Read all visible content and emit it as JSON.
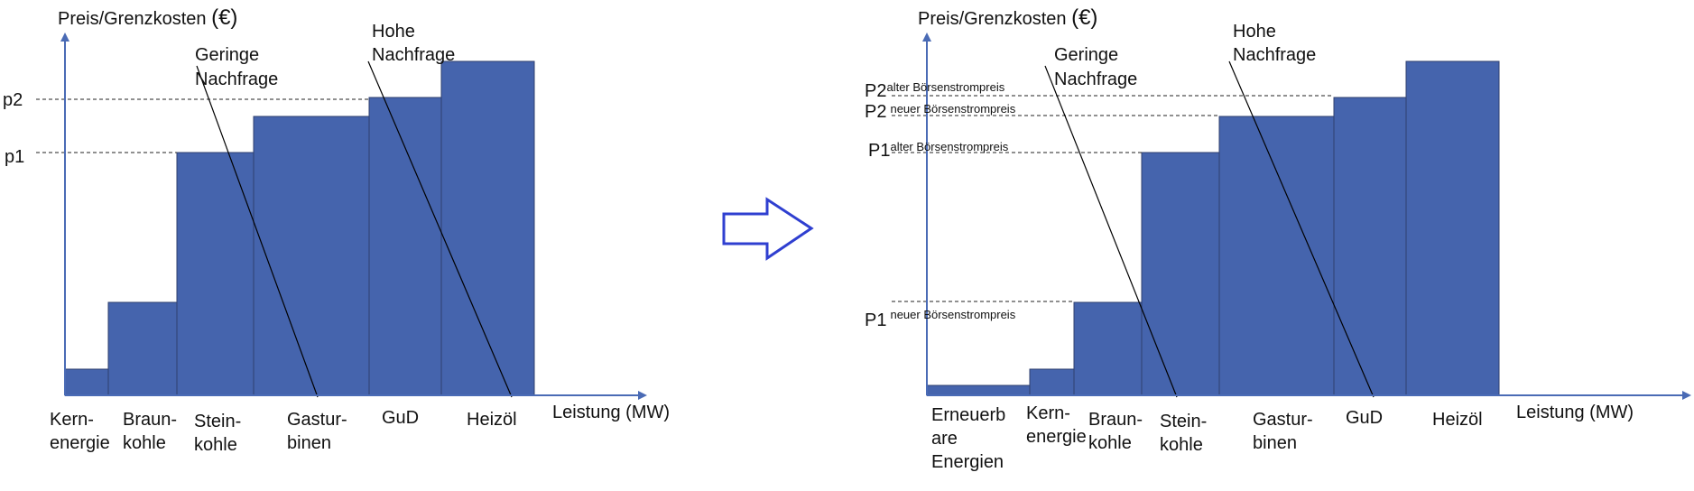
{
  "colors": {
    "bar_fill": "#4564ad",
    "bar_stroke": "#2f3f6e",
    "axis": "#4a6bb5",
    "arrow": "#2f3fd0",
    "text": "#111111"
  },
  "left": {
    "ylabel": "Preis/Grenzkosten",
    "ylabel_unit": "(€)",
    "xlabel": "Leistung (MW)",
    "price_labels": [
      "p2",
      "p1"
    ],
    "demand_low": [
      "Geringe",
      "Nachfrage"
    ],
    "demand_high": [
      "Hohe",
      "Nachfrage"
    ],
    "categories": [
      [
        "Kern-",
        "energie"
      ],
      [
        "Braun-",
        "kohle"
      ],
      [
        "Stein-",
        "kohle"
      ],
      [
        "Gastur-",
        "binen"
      ],
      [
        "GuD"
      ],
      [
        "Heizöl"
      ]
    ]
  },
  "right": {
    "ylabel": "Preis/Grenzkosten",
    "ylabel_unit": "(€)",
    "xlabel": "Leistung (MW)",
    "price_labels": [
      {
        "main": "P2",
        "sub": "alter Börsenstrompreis"
      },
      {
        "main": "P2",
        "sub": "neuer Börsenstrompreis"
      },
      {
        "main": "P1",
        "sub": "alter Börsenstrompreis"
      },
      {
        "main": "P1",
        "sub": "neuer Börsenstrompreis"
      }
    ],
    "demand_low": [
      "Geringe",
      "Nachfrage"
    ],
    "demand_high": [
      "Hohe",
      "Nachfrage"
    ],
    "categories": [
      [
        "Erneuerb",
        "are",
        "Energien"
      ],
      [
        "Kern-",
        "energie"
      ],
      [
        "Braun-",
        "kohle"
      ],
      [
        "Stein-",
        "kohle"
      ],
      [
        "Gastur-",
        "binen"
      ],
      [
        "GuD"
      ],
      [
        "Heizöl"
      ]
    ]
  },
  "transition_arrow": "right-arrow-icon"
}
